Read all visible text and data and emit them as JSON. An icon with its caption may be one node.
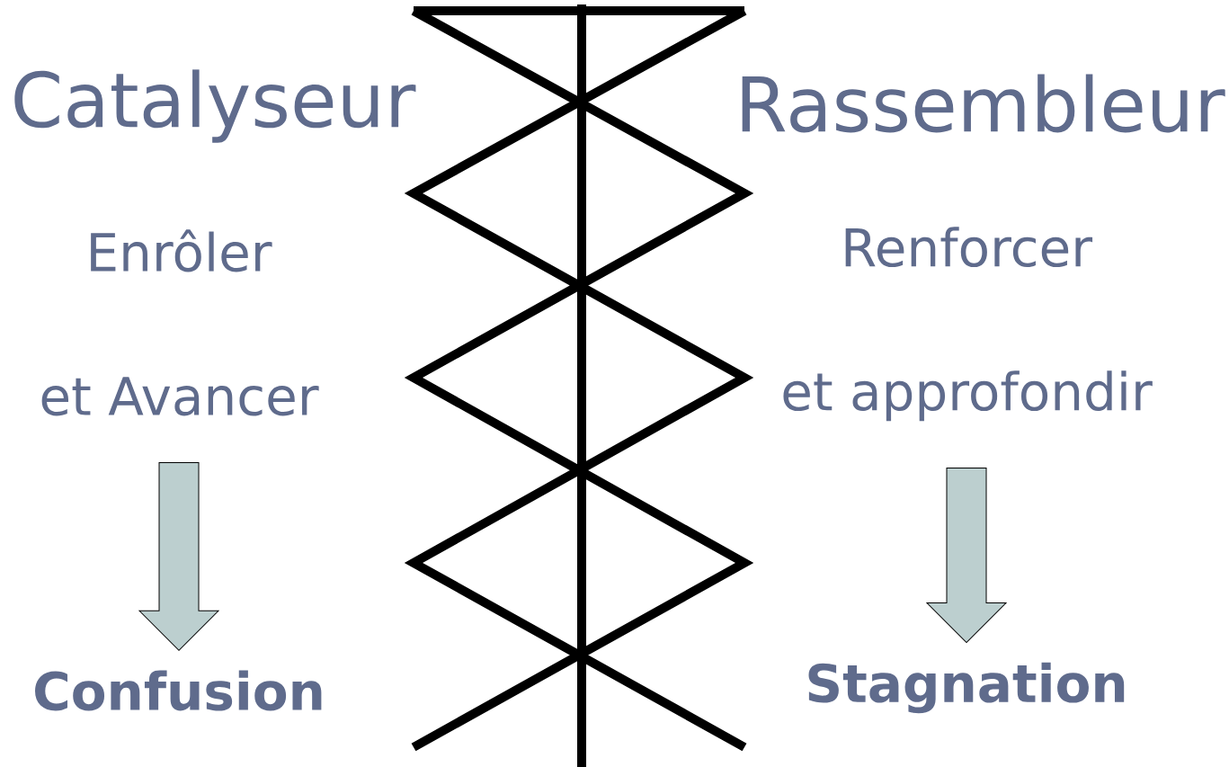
{
  "diagram": {
    "nodes": [
      {
        "text": [
          "Enrôler",
          "et Avancer"
        ]
      },
      {
        "text": [
          "Confusion"
        ]
      },
      {
        "text": [
          "Renforcer",
          "et approfondir"
        ]
      },
      {
        "text": [
          "Stagnation"
        ]
      }
    ],
    "edges": [
      {
        "from": 0,
        "to": 1,
        "arrow": "to"
      },
      {
        "from": 2,
        "to": 3,
        "arrow": "to"
      }
    ],
    "labels": [
      "Catalyseur",
      "Rassembleur"
    ]
  }
}
